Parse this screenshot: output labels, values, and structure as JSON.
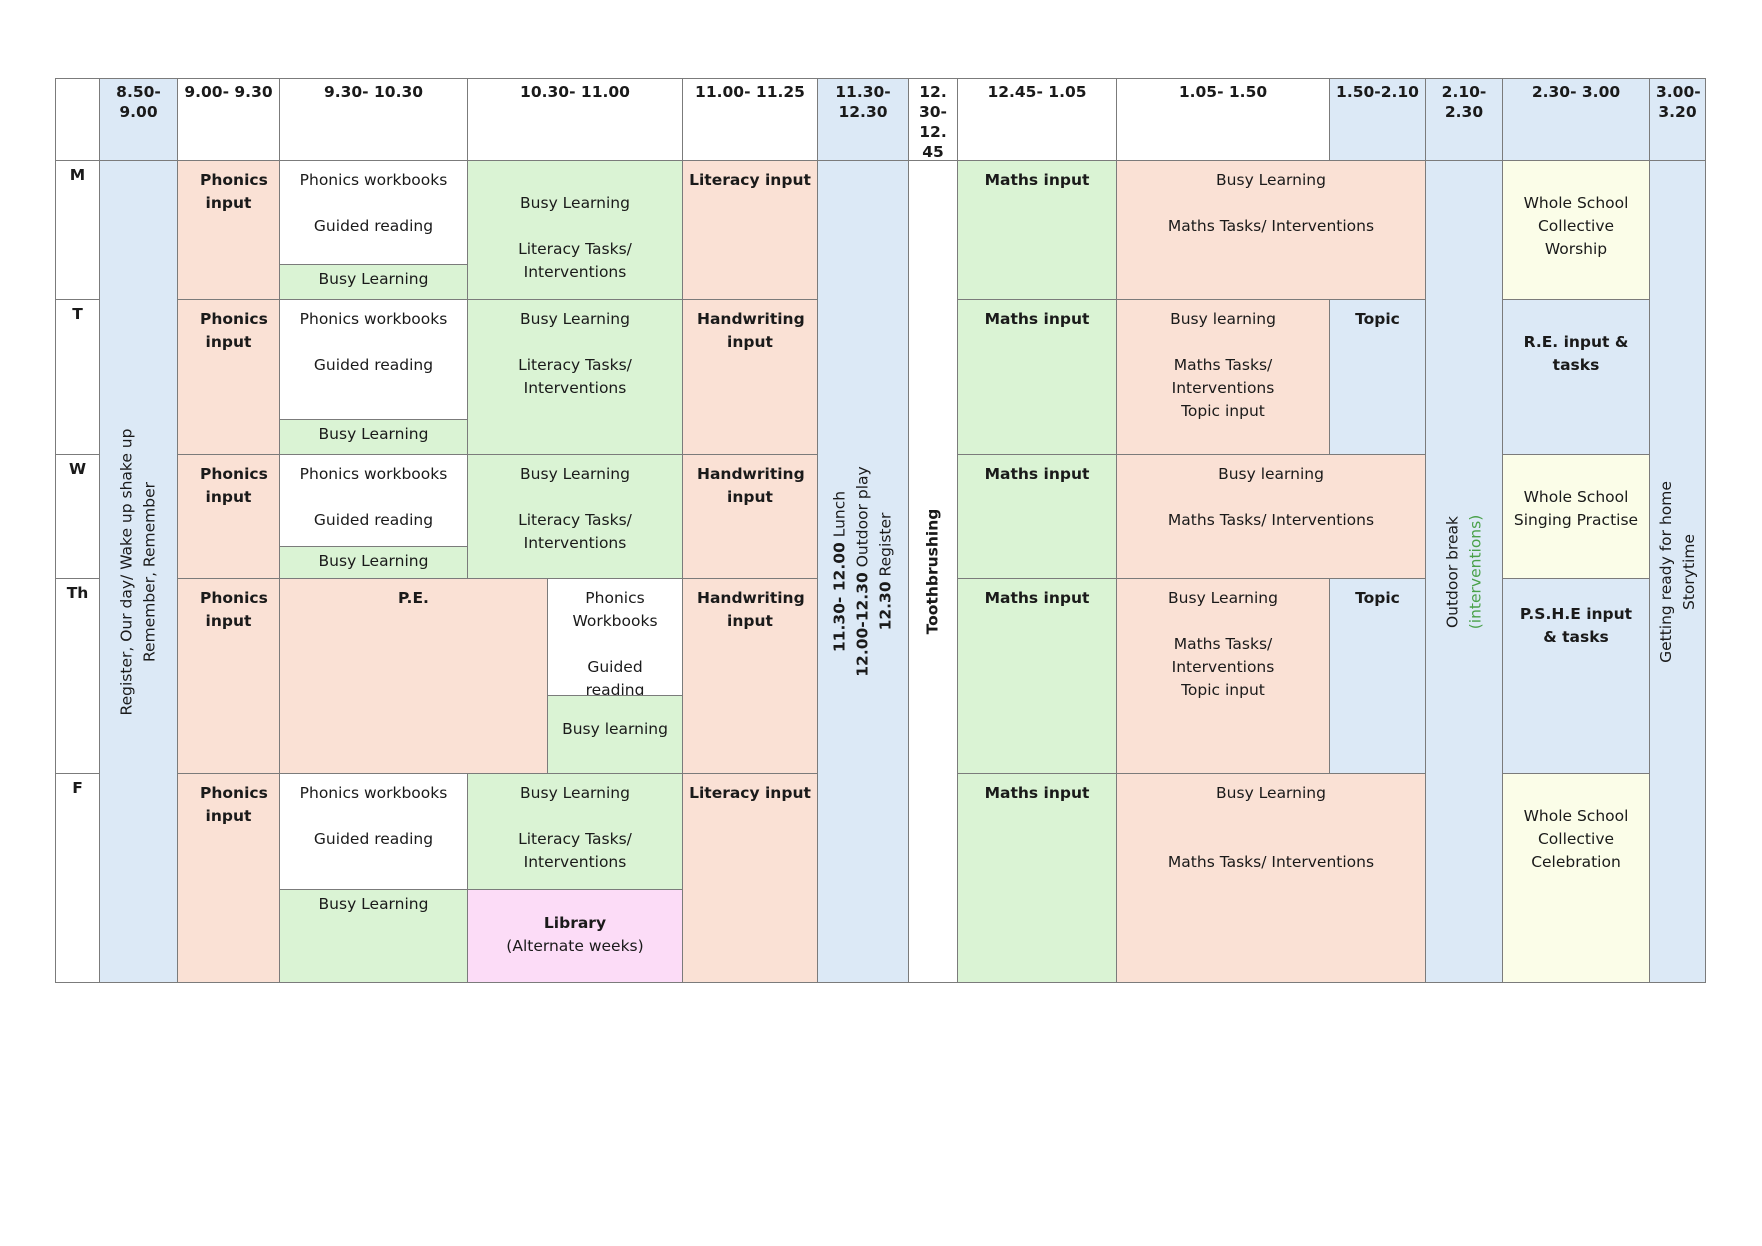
{
  "headers": {
    "h1": "8.50- 9.00",
    "h2": "9.00- 9.30",
    "h3": "9.30- 10.30",
    "h4": "10.30- 11.00",
    "h5": "11.00- 11.25",
    "h6": "11.30- 12.30",
    "h7": "12.30- 12.45",
    "h8": "12.45- 1.05",
    "h9": "1.05- 1.50",
    "h10": "1.50-2.10",
    "h11": "2.10- 2.30",
    "h12": "2.30- 3.00",
    "h13": "3.00- 3.20"
  },
  "days": {
    "mon": "M",
    "tue": "T",
    "wed": "W",
    "thu": "Th",
    "fri": "F"
  },
  "spans": {
    "register": "Register,  Our day/ Wake up shake up",
    "remember": "Remember, Remember",
    "lunch_time": "11.30- 12.00",
    "lunch": " Lunch",
    "outdoor_time": "12.00-12.30",
    "outdoor": " Outdoor play",
    "register_time": "12.30",
    "register2": " Register",
    "toothbrushing": "Toothbrushing",
    "outdoor_break": "Outdoor break",
    "interventions": "(interventions)",
    "home": "Getting ready for home",
    "storytime": "Storytime"
  },
  "cells": {
    "phonics_input": "Phonics input",
    "phonics_workbooks": "Phonics workbooks",
    "phonics_workbooks_th": "Phonics Workbooks",
    "guided_reading": "Guided reading",
    "busy_learning": "Busy Learning",
    "busy_learning_lc": "Busy learning",
    "literacy_tasks": "Literacy Tasks/ Interventions",
    "literacy_input": "Literacy input",
    "handwriting_input": "Handwriting input",
    "maths_input": "Maths input",
    "maths_tasks": "Maths Tasks/ Interventions",
    "topic_input": "Topic input",
    "topic": "Topic",
    "pe": "P.E.",
    "library": "Library",
    "alternate": "(Alternate weeks)",
    "worship": "Whole School Collective Worship",
    "re": "R.E. input & tasks",
    "singing": "Whole School Singing Practise",
    "pshe": "P.S.H.E input & tasks",
    "celebration": "Whole School Collective Celebration"
  }
}
